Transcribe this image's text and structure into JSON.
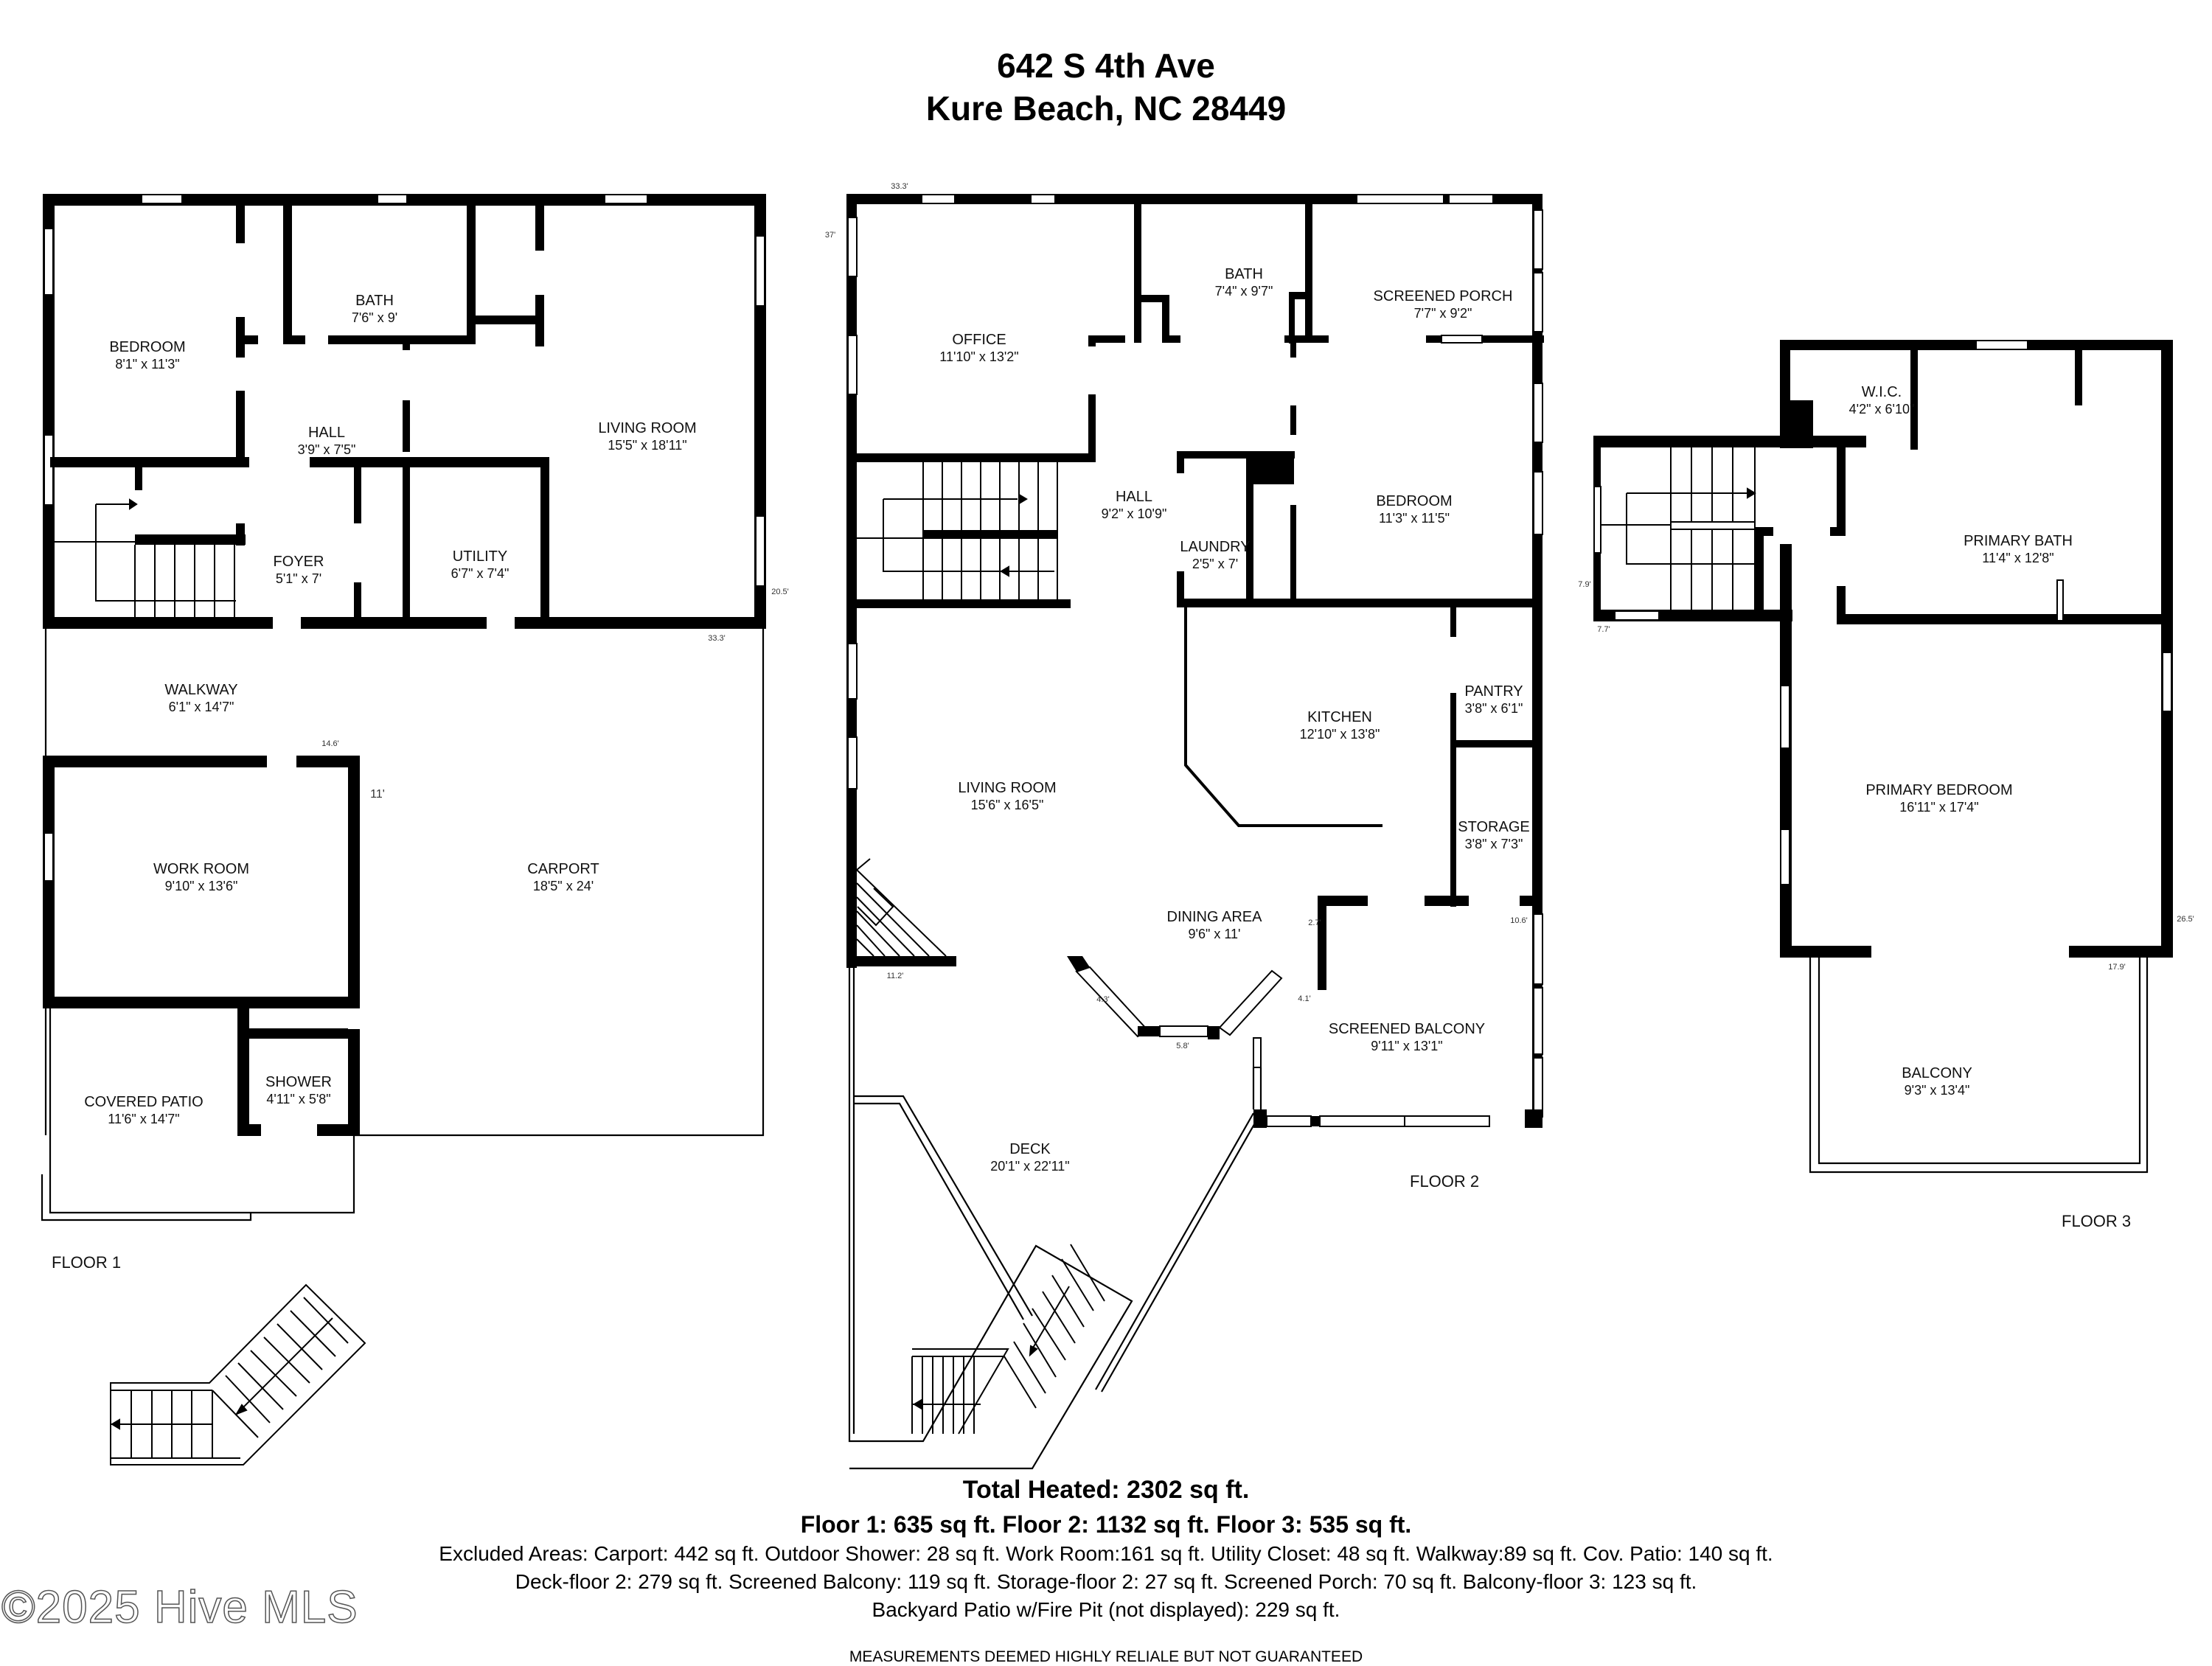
{
  "header": {
    "address_line1": "642 S 4th Ave",
    "address_line2": "Kure Beach, NC 28449"
  },
  "floor1": {
    "label": "FLOOR 1",
    "rooms": {
      "bedroom": {
        "name": "BEDROOM",
        "dim": "8'1\" x 11'3\""
      },
      "bath": {
        "name": "BATH",
        "dim": "7'6\" x 9'"
      },
      "hall": {
        "name": "HALL",
        "dim": "3'9\" x 7'5\""
      },
      "living_room": {
        "name": "LIVING ROOM",
        "dim": "15'5\" x 18'11\""
      },
      "foyer": {
        "name": "FOYER",
        "dim": "5'1\" x 7'"
      },
      "utility": {
        "name": "UTILITY",
        "dim": "6'7\" x 7'4\""
      },
      "walkway": {
        "name": "WALKWAY",
        "dim": "6'1\" x 14'7\""
      },
      "work_room": {
        "name": "WORK ROOM",
        "dim": "9'10\" x 13'6\""
      },
      "carport": {
        "name": "CARPORT",
        "dim": "18'5\" x 24'"
      },
      "covered_patio": {
        "name": "COVERED PATIO",
        "dim": "11'6\" x 14'7\""
      },
      "shower": {
        "name": "SHOWER",
        "dim": "4'11\" x 5'8\""
      }
    },
    "measurements": {
      "right": "20.5'",
      "bottom": "33.3'",
      "work_top": "14.6'",
      "work_right": "11'"
    }
  },
  "floor2": {
    "label": "FLOOR 2",
    "rooms": {
      "office": {
        "name": "OFFICE",
        "dim": "11'10\" x 13'2\""
      },
      "bath": {
        "name": "BATH",
        "dim": "7'4\" x 9'7\""
      },
      "screened_porch": {
        "name": "SCREENED PORCH",
        "dim": "7'7\" x 9'2\""
      },
      "hall": {
        "name": "HALL",
        "dim": "9'2\" x 10'9\""
      },
      "laundry": {
        "name": "LAUNDRY",
        "dim": "2'5\" x 7'"
      },
      "bedroom": {
        "name": "BEDROOM",
        "dim": "11'3\" x 11'5\""
      },
      "kitchen": {
        "name": "KITCHEN",
        "dim": "12'10\" x 13'8\""
      },
      "pantry": {
        "name": "PANTRY",
        "dim": "3'8\" x 6'1\""
      },
      "storage": {
        "name": "STORAGE",
        "dim": "3'8\" x 7'3\""
      },
      "living_room": {
        "name": "LIVING ROOM",
        "dim": "15'6\" x 16'5\""
      },
      "dining_area": {
        "name": "DINING AREA",
        "dim": "9'6\" x 11'"
      },
      "screened_balcony": {
        "name": "SCREENED BALCONY",
        "dim": "9'11\" x 13'1\""
      },
      "deck": {
        "name": "DECK",
        "dim": "20'1\" x 22'11\""
      }
    },
    "measurements": {
      "top": "33.3'",
      "left": "37'",
      "m_11_2": "11.2'",
      "m_4_3": "4.3'",
      "m_5_8": "5.8'",
      "m_4_1": "4.1'",
      "m_2_7": "2.7'",
      "m_10_6": "10.6'"
    }
  },
  "floor3": {
    "label": "FLOOR 3",
    "rooms": {
      "wic": {
        "name": "W.I.C.",
        "dim": "4'2\" x 6'10\""
      },
      "primary_bath": {
        "name": "PRIMARY BATH",
        "dim": "11'4\" x 12'8\""
      },
      "primary_bedroom": {
        "name": "PRIMARY BEDROOM",
        "dim": "16'11\" x 17'4\""
      },
      "balcony": {
        "name": "BALCONY",
        "dim": "9'3\" x 13'4\""
      }
    },
    "measurements": {
      "left": "7.9'",
      "stair_bottom": "7.7'",
      "right": "26.5'",
      "bottom": "17.9'"
    }
  },
  "summary": {
    "total_heated": "Total Heated: 2302 sq ft.",
    "floors": "Floor 1: 635 sq ft. Floor 2: 1132 sq ft. Floor 3: 535 sq ft.",
    "excluded_line1": "Excluded Areas: Carport: 442 sq ft. Outdoor Shower: 28 sq ft. Work Room:161 sq ft. Utility Closet: 48 sq ft. Walkway:89 sq ft. Cov. Patio: 140 sq ft.",
    "excluded_line2": "Deck-floor 2: 279 sq ft. Screened Balcony: 119 sq ft. Storage-floor 2: 27 sq ft.  Screened Porch: 70 sq ft. Balcony-floor 3: 123 sq ft.",
    "excluded_line3": "Backyard Patio w/Fire Pit (not displayed): 229 sq ft.",
    "disclaimer": "MEASUREMENTS DEEMED HIGHLY RELIALE BUT NOT GUARANTEED"
  },
  "watermark": "©2025 Hive MLS"
}
